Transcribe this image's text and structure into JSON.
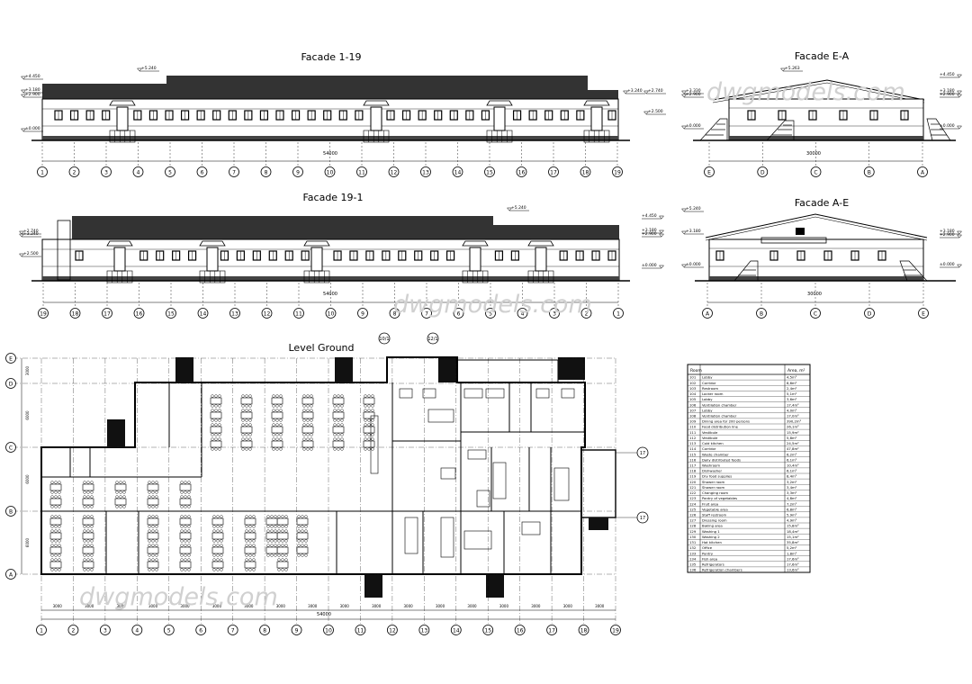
{
  "drawing": {
    "facade_1_19": {
      "title": "Facade  1-19",
      "axes": [
        "1",
        "2",
        "3",
        "4",
        "5",
        "6",
        "7",
        "8",
        "9",
        "10",
        "11",
        "12",
        "13",
        "14",
        "15",
        "16",
        "17",
        "18",
        "19"
      ],
      "overall_dim": "54000",
      "levels": [
        "+4.450",
        "+3.180",
        "+2.900",
        "±0.000",
        "+5.240",
        "+3.240",
        "+2.740",
        "+2.500"
      ]
    },
    "facade_19_1": {
      "title": "Facade  19-1",
      "axes": [
        "19",
        "18",
        "17",
        "16",
        "15",
        "14",
        "13",
        "12",
        "11",
        "10",
        "9",
        "8",
        "7",
        "6",
        "5",
        "4",
        "3",
        "2",
        "1"
      ],
      "overall_dim": "54000",
      "levels": [
        "+2.740",
        "+3.240",
        "+2.500",
        "+5.240",
        "+4.450",
        "+3.180",
        "+2.900",
        "±0.000"
      ]
    },
    "facade_e_a": {
      "title": "Facade  E-A",
      "axes": [
        "E",
        "D",
        "C",
        "B",
        "A"
      ],
      "overall_dim": "30000",
      "levels": [
        "+3.330",
        "+2.900",
        "±0.000",
        "+5.263",
        "+4.450",
        "+3.180",
        "+2.900",
        "±0.000"
      ]
    },
    "facade_a_e": {
      "title": "Facade  A-E",
      "axes": [
        "A",
        "B",
        "C",
        "D",
        "E"
      ],
      "overall_dim": "30000",
      "levels": [
        "+5.240",
        "+3.180",
        "±0.000",
        "+3.180",
        "+2.900",
        "±0.000"
      ]
    },
    "plan": {
      "title": "Level Ground",
      "axes_x": [
        "1",
        "2",
        "3",
        "4",
        "5",
        "6",
        "7",
        "8",
        "9",
        "10",
        "11",
        "12",
        "13",
        "14",
        "15",
        "16",
        "17",
        "18",
        "19"
      ],
      "axes_y": [
        "E",
        "D",
        "C",
        "B",
        "A"
      ],
      "spans": [
        "3000",
        "3000",
        "3000",
        "3000",
        "3000",
        "3000",
        "3000",
        "3000",
        "3000",
        "3000",
        "3000",
        "3000",
        "3000",
        "3000",
        "3000",
        "3000",
        "3000",
        "3000"
      ],
      "overall_dim": "54000",
      "y_dims": [
        "3000",
        "6000",
        "6000",
        "6000",
        "6000"
      ],
      "callouts_top": [
        "10/1",
        "12/1"
      ],
      "callouts_right": [
        "17",
        "17"
      ]
    },
    "schedule": {
      "headers": [
        "Room",
        "Area, m²"
      ],
      "rows": [
        [
          "101",
          "Lobby",
          "4,5m²"
        ],
        [
          "102",
          "Corridor",
          "8,6m²"
        ],
        [
          "103",
          "Restroom",
          "2,4m²"
        ],
        [
          "104",
          "Locker room",
          "5,1m²"
        ],
        [
          "105",
          "Lobby",
          "3,6m²"
        ],
        [
          "106",
          "Ventilation chamber",
          "17,4m²"
        ],
        [
          "107",
          "Lobby",
          "4,0m²"
        ],
        [
          "108",
          "Ventilation chamber",
          "17,0m²"
        ],
        [
          "109",
          "Dining area for 200 persons",
          "390,2m²"
        ],
        [
          "110",
          "Food distribution line",
          "26,1m²"
        ],
        [
          "111",
          "Vestibule",
          "15,9m²"
        ],
        [
          "112",
          "Vestibule",
          "5,8m²"
        ],
        [
          "113",
          "Cold kitchen",
          "24,5m²"
        ],
        [
          "114",
          "Corridor",
          "47,8m²"
        ],
        [
          "115",
          "Waste chamber",
          "6,2m²"
        ],
        [
          "116",
          "Daily distributed foods",
          "6,1m²"
        ],
        [
          "117",
          "Washroom",
          "10,4m²"
        ],
        [
          "118",
          "Dishwasher",
          "6,1m²"
        ],
        [
          "119",
          "Dry food supplies",
          "8,4m²"
        ],
        [
          "120",
          "Shower room",
          "3,2m²"
        ],
        [
          "121",
          "Shower room",
          "3,4m²"
        ],
        [
          "122",
          "Changing room",
          "3,3m²"
        ],
        [
          "123",
          "Pantry of vegetables",
          "4,8m²"
        ],
        [
          "124",
          "Fruit area",
          "7,2m²"
        ],
        [
          "125",
          "Vegetable area",
          "6,8m²"
        ],
        [
          "126",
          "Staff restroom",
          "5,9m²"
        ],
        [
          "127",
          "Dressing room",
          "4,9m²"
        ],
        [
          "128",
          "Baking area",
          "15,8m²"
        ],
        [
          "129",
          "Washing 1",
          "18,4m²"
        ],
        [
          "130",
          "Washing 2",
          "15,1m²"
        ],
        [
          "131",
          "Hot kitchen",
          "35,8m²"
        ],
        [
          "132",
          "Office",
          "5,2m²"
        ],
        [
          "133",
          "Pantry",
          "1,8m²"
        ],
        [
          "134",
          "Fish area",
          "17,6m²"
        ],
        [
          "135",
          "Refrigerators",
          "17,6m²"
        ],
        [
          "136",
          "Refrigeration chambers",
          "13,6m²"
        ]
      ]
    }
  },
  "watermarks": [
    "dwgmodels.com",
    "dwgmodels.com",
    "dwgmodels.com"
  ],
  "colors": {
    "line": "#000000",
    "hatch": "#222222",
    "watermark": "#cfcfcf"
  }
}
